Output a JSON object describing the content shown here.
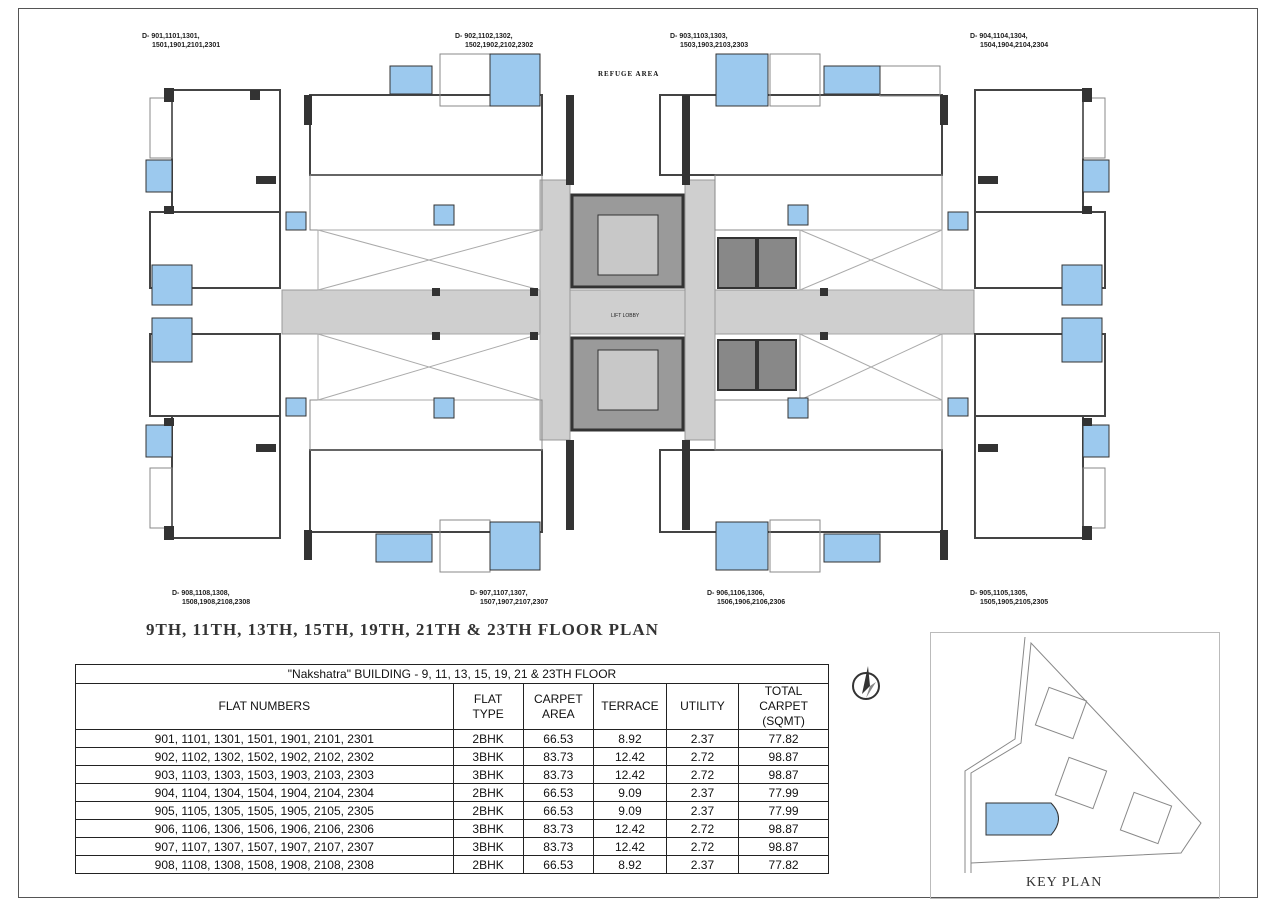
{
  "flat_labels": [
    {
      "id": "tl",
      "lines": [
        "D- 901,1101,1301,",
        "1501,1901,2101,2301"
      ]
    },
    {
      "id": "tc1",
      "lines": [
        "D- 902,1102,1302,",
        "1502,1902,2102,2302"
      ]
    },
    {
      "id": "tc2",
      "lines": [
        "D- 903,1103,1303,",
        "1503,1903,2103,2303"
      ]
    },
    {
      "id": "tr",
      "lines": [
        "D- 904,1104,1304,",
        "1504,1904,2104,2304"
      ]
    },
    {
      "id": "bl",
      "lines": [
        "D- 908,1108,1308,",
        "1508,1908,2108,2308"
      ]
    },
    {
      "id": "bc1",
      "lines": [
        "D- 907,1107,1307,",
        "1507,1907,2107,2307"
      ]
    },
    {
      "id": "bc2",
      "lines": [
        "D- 906,1106,1306,",
        "1506,1906,2106,2306"
      ]
    },
    {
      "id": "br",
      "lines": [
        "D- 905,1105,1305,",
        "1505,1905,2105,2305"
      ]
    }
  ],
  "refuge_area": "REFUGE AREA",
  "lift_lobby": "LIFT LOBBY",
  "plan_title": "9TH, 11TH, 13TH, 15TH, 19TH, 21TH & 23TH  FLOOR  PLAN",
  "table": {
    "caption": "\"Nakshatra\"  BUILDING - 9, 11, 13, 15, 19, 21 & 23TH FLOOR",
    "headers": [
      "FLAT NUMBERS",
      "FLAT TYPE",
      "CARPET AREA",
      "TERRACE",
      "UTILITY",
      "TOTAL CARPET (SQMT)"
    ],
    "rows": [
      [
        "901, 1101, 1301, 1501, 1901, 2101, 2301",
        "2BHK",
        "66.53",
        "8.92",
        "2.37",
        "77.82"
      ],
      [
        "902, 1102, 1302, 1502, 1902, 2102, 2302",
        "3BHK",
        "83.73",
        "12.42",
        "2.72",
        "98.87"
      ],
      [
        "903, 1103, 1303, 1503, 1903, 2103, 2303",
        "3BHK",
        "83.73",
        "12.42",
        "2.72",
        "98.87"
      ],
      [
        "904, 1104, 1304, 1504, 1904, 2104, 2304",
        "2BHK",
        "66.53",
        "9.09",
        "2.37",
        "77.99"
      ],
      [
        "905, 1105, 1305, 1505, 1905, 2105,  2305",
        "2BHK",
        "66.53",
        "9.09",
        "2.37",
        "77.99"
      ],
      [
        "906, 1106, 1306, 1506, 1906, 2106, 2306",
        "3BHK",
        "83.73",
        "12.42",
        "2.72",
        "98.87"
      ],
      [
        "907, 1107, 1307, 1507, 1907, 2107, 2307",
        "3BHK",
        "83.73",
        "12.42",
        "2.72",
        "98.87"
      ],
      [
        "908, 1108, 1308, 1508, 1908, 2108, 2308",
        "2BHK",
        "66.53",
        "8.92",
        "2.37",
        "77.82"
      ]
    ]
  },
  "key_plan_label": "KEY PLAN",
  "colors": {
    "terrace": "#9cc9ee",
    "wall": "#444",
    "lobby": "#cfcfcf",
    "core": "#8a8a8a"
  }
}
